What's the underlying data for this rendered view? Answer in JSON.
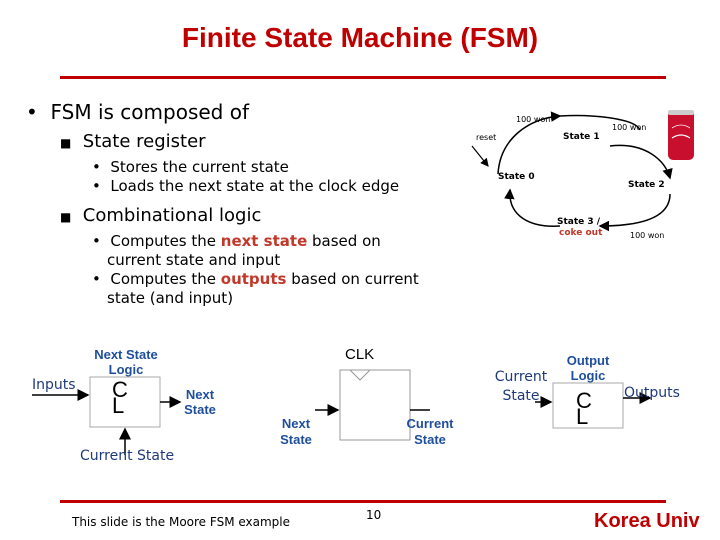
{
  "slide": {
    "title": "Finite State Machine (FSM)",
    "bullet1": "FSM is composed of",
    "sub1": "State register",
    "sub1_items": [
      "Stores the current state",
      "Loads the next state at the clock edge"
    ],
    "sub2": "Combinational logic",
    "sub2_item1": {
      "pre": "Computes the ",
      "hl": "next state",
      "post1": " based on",
      "line2": "current state and input"
    },
    "sub2_item2": {
      "pre": "Computes the ",
      "hl": "outputs",
      "post1": " based on current",
      "line2": "state (and input)"
    }
  },
  "state_diagram": {
    "edge_top": "100 won",
    "edge_right": "100 won",
    "edge_bottom": "100 won",
    "reset": "reset",
    "state0": "State 0",
    "state1": "State 1",
    "state2": "State 2",
    "state3": "State 3 /",
    "state3_output": "coke out"
  },
  "block_diagram": {
    "next_state_logic": [
      "Next State",
      "Logic"
    ],
    "inputs": "Inputs",
    "next_state_out": [
      "Next",
      "State"
    ],
    "current_state_in": "Current State",
    "clk": "CLK",
    "reg_next": [
      "Next",
      "State"
    ],
    "reg_current": [
      "Current",
      "State"
    ],
    "current_state_label": [
      "Current",
      "State"
    ],
    "output_logic": [
      "Output",
      "Logic"
    ],
    "outputs": "Outputs",
    "logic_symbol": "C\nL"
  },
  "footer": {
    "note": "This slide is the Moore FSM example",
    "page": "10",
    "brand": "Korea Univ"
  },
  "colors": {
    "title": "#c00000",
    "highlight": "#c0392b",
    "logic_label": "#1f4e9c"
  }
}
